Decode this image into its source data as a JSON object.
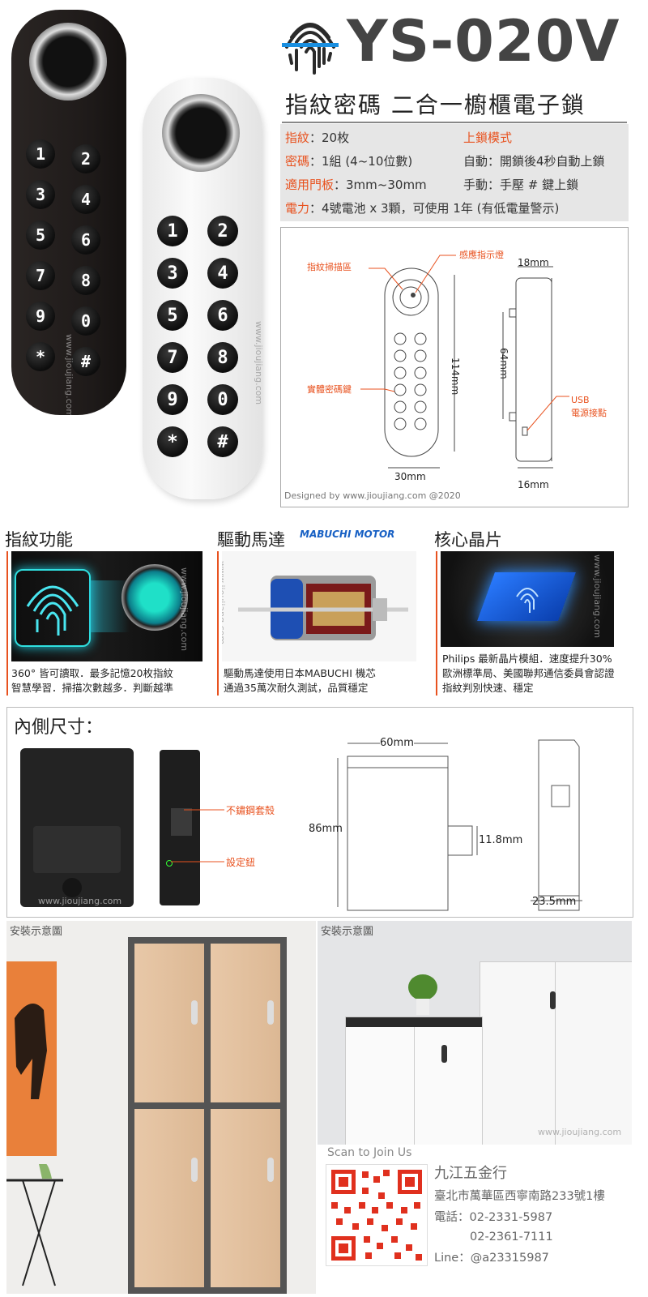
{
  "header": {
    "model": "YS-020V",
    "subtitle": "指紋密碼  二合一櫥櫃電子鎖",
    "logo": "fingerprint-icon"
  },
  "specs": {
    "fingerprint_label": "指紋",
    "fingerprint_value": "：20枚",
    "password_label": "密碼",
    "password_value": "：1組 (4~10位數)",
    "door_label": "適用門板",
    "door_value": "：3mm~30mm",
    "power_label": "電力",
    "power_value": "：4號電池 x 3顆，可使用 1年 (有低電量警示)",
    "lock_mode_title": "上鎖模式",
    "lock_auto": "自動：開鎖後4秒自動上鎖",
    "lock_manual": "手動：手壓 # 鍵上鎖"
  },
  "keypad": [
    "1",
    "2",
    "3",
    "4",
    "5",
    "6",
    "7",
    "8",
    "9",
    "0",
    "*",
    "#"
  ],
  "diagram": {
    "scan_area": "指紋掃描區",
    "indicator": "感應指示燈",
    "keypad": "實體密碼鍵",
    "usb_1": "USB",
    "usb_2": "電源接點",
    "d18": "18mm",
    "d114": "114mm",
    "d64": "64mm",
    "d30": "30mm",
    "d16": "16mm",
    "credit": "Designed by  www.jioujiang.com  @2020"
  },
  "features": [
    {
      "title": "指紋功能",
      "line1": "360° 皆可讀取．最多記憶20枚指紋",
      "line2": "智慧學習．掃描次數越多．判斷越準"
    },
    {
      "title": "驅動馬達",
      "badge": "MABUCHI MOTOR",
      "line1": "驅動馬達使用日本MABUCHI 機芯",
      "line2": "通過35萬次耐久測試，品質穩定"
    },
    {
      "title": "核心晶片",
      "line1": "Philips 最新晶片模組．速度提升30%",
      "line2": "歐洲標準局、美國聯邦通信委員會認證",
      "line3": "指紋判別快速、穩定"
    }
  ],
  "inner": {
    "title": "內側尺寸：",
    "watermark": "www.jioujiang.com",
    "case_label": "不鏽鋼套殼",
    "button_label": "設定鈕",
    "d60": "60mm",
    "d86": "86mm",
    "d118": "11.8mm",
    "d235": "23.5mm"
  },
  "install": {
    "caption": "安裝示意圖",
    "watermark": "www.jioujiang.com"
  },
  "contact": {
    "scan": "Scan to Join Us",
    "name": "九江五金行",
    "address": "臺北市萬華區西寧南路233號1樓",
    "phone1": "電話：02-2331-5987",
    "phone2": "02-2361-7111",
    "line": "Line：@a23315987"
  },
  "watermark": "www.jioujiang.com",
  "colors": {
    "accent": "#e8521f",
    "dark": "#444444"
  }
}
